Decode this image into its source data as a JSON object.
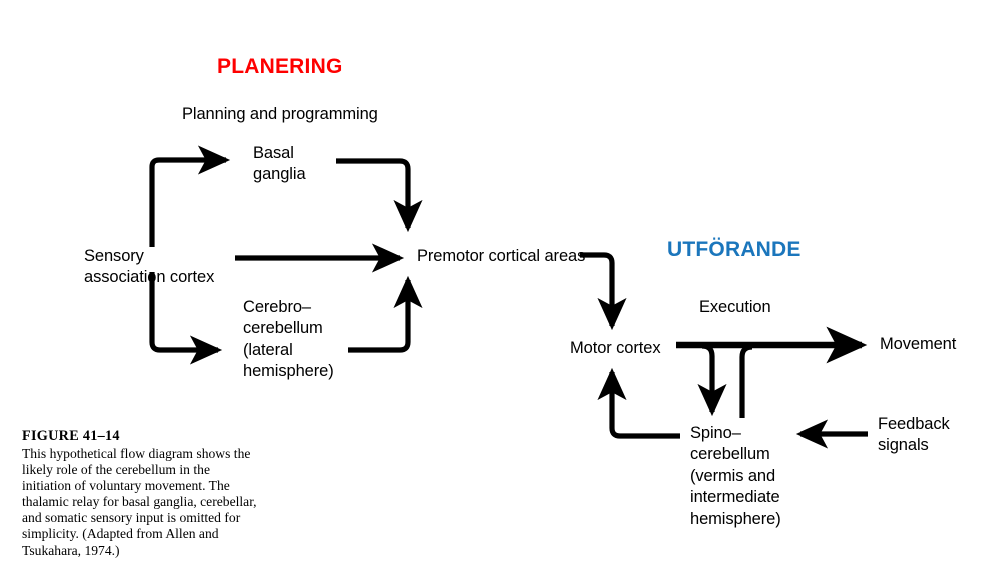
{
  "figure": {
    "headings": [
      {
        "id": "planering",
        "text": "PLANERING",
        "color": "#fe0000"
      },
      {
        "id": "utforande",
        "text": "UTFÖRANDE",
        "color": "#1b76bc"
      }
    ],
    "nodes": {
      "planning_and_programming": "Planning and programming",
      "basal_ganglia": "Basal\nganglia",
      "sensory_association_cortex": "Sensory\nassociation cortex",
      "premotor_cortical_areas": "Premotor cortical areas",
      "cerebro_cerebellum": "Cerebro–\ncerebellum\n(lateral\nhemisphere)",
      "execution": "Execution",
      "motor_cortex": "Motor cortex",
      "movement": "Movement",
      "spino_cerebellum": "Spino–\ncerebellum\n(vermis and\nintermediate\nhemisphere)",
      "feedback_signals": "Feedback\nsignals"
    },
    "caption": {
      "title": "FIGURE  41–14",
      "body": "This hypothetical flow diagram shows the likely role of the cerebellum in the initiation of voluntary movement. The thalamic relay for basal ganglia, cerebellar, and somatic sensory input is omitted for simplicity. (Adapted from Allen and Tsukahara, 1974.)"
    },
    "colors": {
      "stroke": "#000000",
      "background": "#ffffff",
      "planning_accent": "#fe0000",
      "execution_accent": "#1b76bc"
    }
  },
  "chart_data": {
    "type": "diagram",
    "title": "FIGURE  41–14",
    "subtype": "flow-diagram",
    "nodes": [
      {
        "id": "sensory_association_cortex",
        "label": "Sensory association cortex",
        "phase": "PLANERING"
      },
      {
        "id": "basal_ganglia",
        "label": "Basal ganglia",
        "phase": "PLANERING"
      },
      {
        "id": "cerebro_cerebellum",
        "label": "Cerebro–cerebellum (lateral hemisphere)",
        "phase": "PLANERING"
      },
      {
        "id": "premotor_cortical_areas",
        "label": "Premotor cortical areas",
        "phase": "PLANERING"
      },
      {
        "id": "motor_cortex",
        "label": "Motor cortex",
        "phase": "UTFÖRANDE"
      },
      {
        "id": "spino_cerebellum",
        "label": "Spino–cerebellum (vermis and intermediate hemisphere)",
        "phase": "UTFÖRANDE"
      },
      {
        "id": "movement",
        "label": "Movement",
        "phase": "UTFÖRANDE"
      },
      {
        "id": "feedback_signals",
        "label": "Feedback signals",
        "phase": "UTFÖRANDE"
      }
    ],
    "edges": [
      {
        "from": "sensory_association_cortex",
        "to": "basal_ganglia",
        "arrow": true
      },
      {
        "from": "sensory_association_cortex",
        "to": "premotor_cortical_areas",
        "arrow": true
      },
      {
        "from": "sensory_association_cortex",
        "to": "cerebro_cerebellum",
        "arrow": true
      },
      {
        "from": "basal_ganglia",
        "to": "premotor_cortical_areas",
        "arrow": true
      },
      {
        "from": "cerebro_cerebellum",
        "to": "premotor_cortical_areas",
        "arrow": true
      },
      {
        "from": "premotor_cortical_areas",
        "to": "motor_cortex",
        "arrow": true
      },
      {
        "from": "motor_cortex",
        "to": "movement",
        "arrow": true,
        "label": "Execution"
      },
      {
        "from": "motor_cortex",
        "to": "spino_cerebellum",
        "arrow": true
      },
      {
        "from": "spino_cerebellum",
        "to": "motor_cortex",
        "arrow": true
      },
      {
        "from": "spino_cerebellum",
        "to": "movement",
        "arrow": false
      },
      {
        "from": "feedback_signals",
        "to": "spino_cerebellum",
        "arrow": true
      }
    ],
    "group_labels": [
      "Planning and programming",
      "Execution"
    ],
    "legend": []
  }
}
